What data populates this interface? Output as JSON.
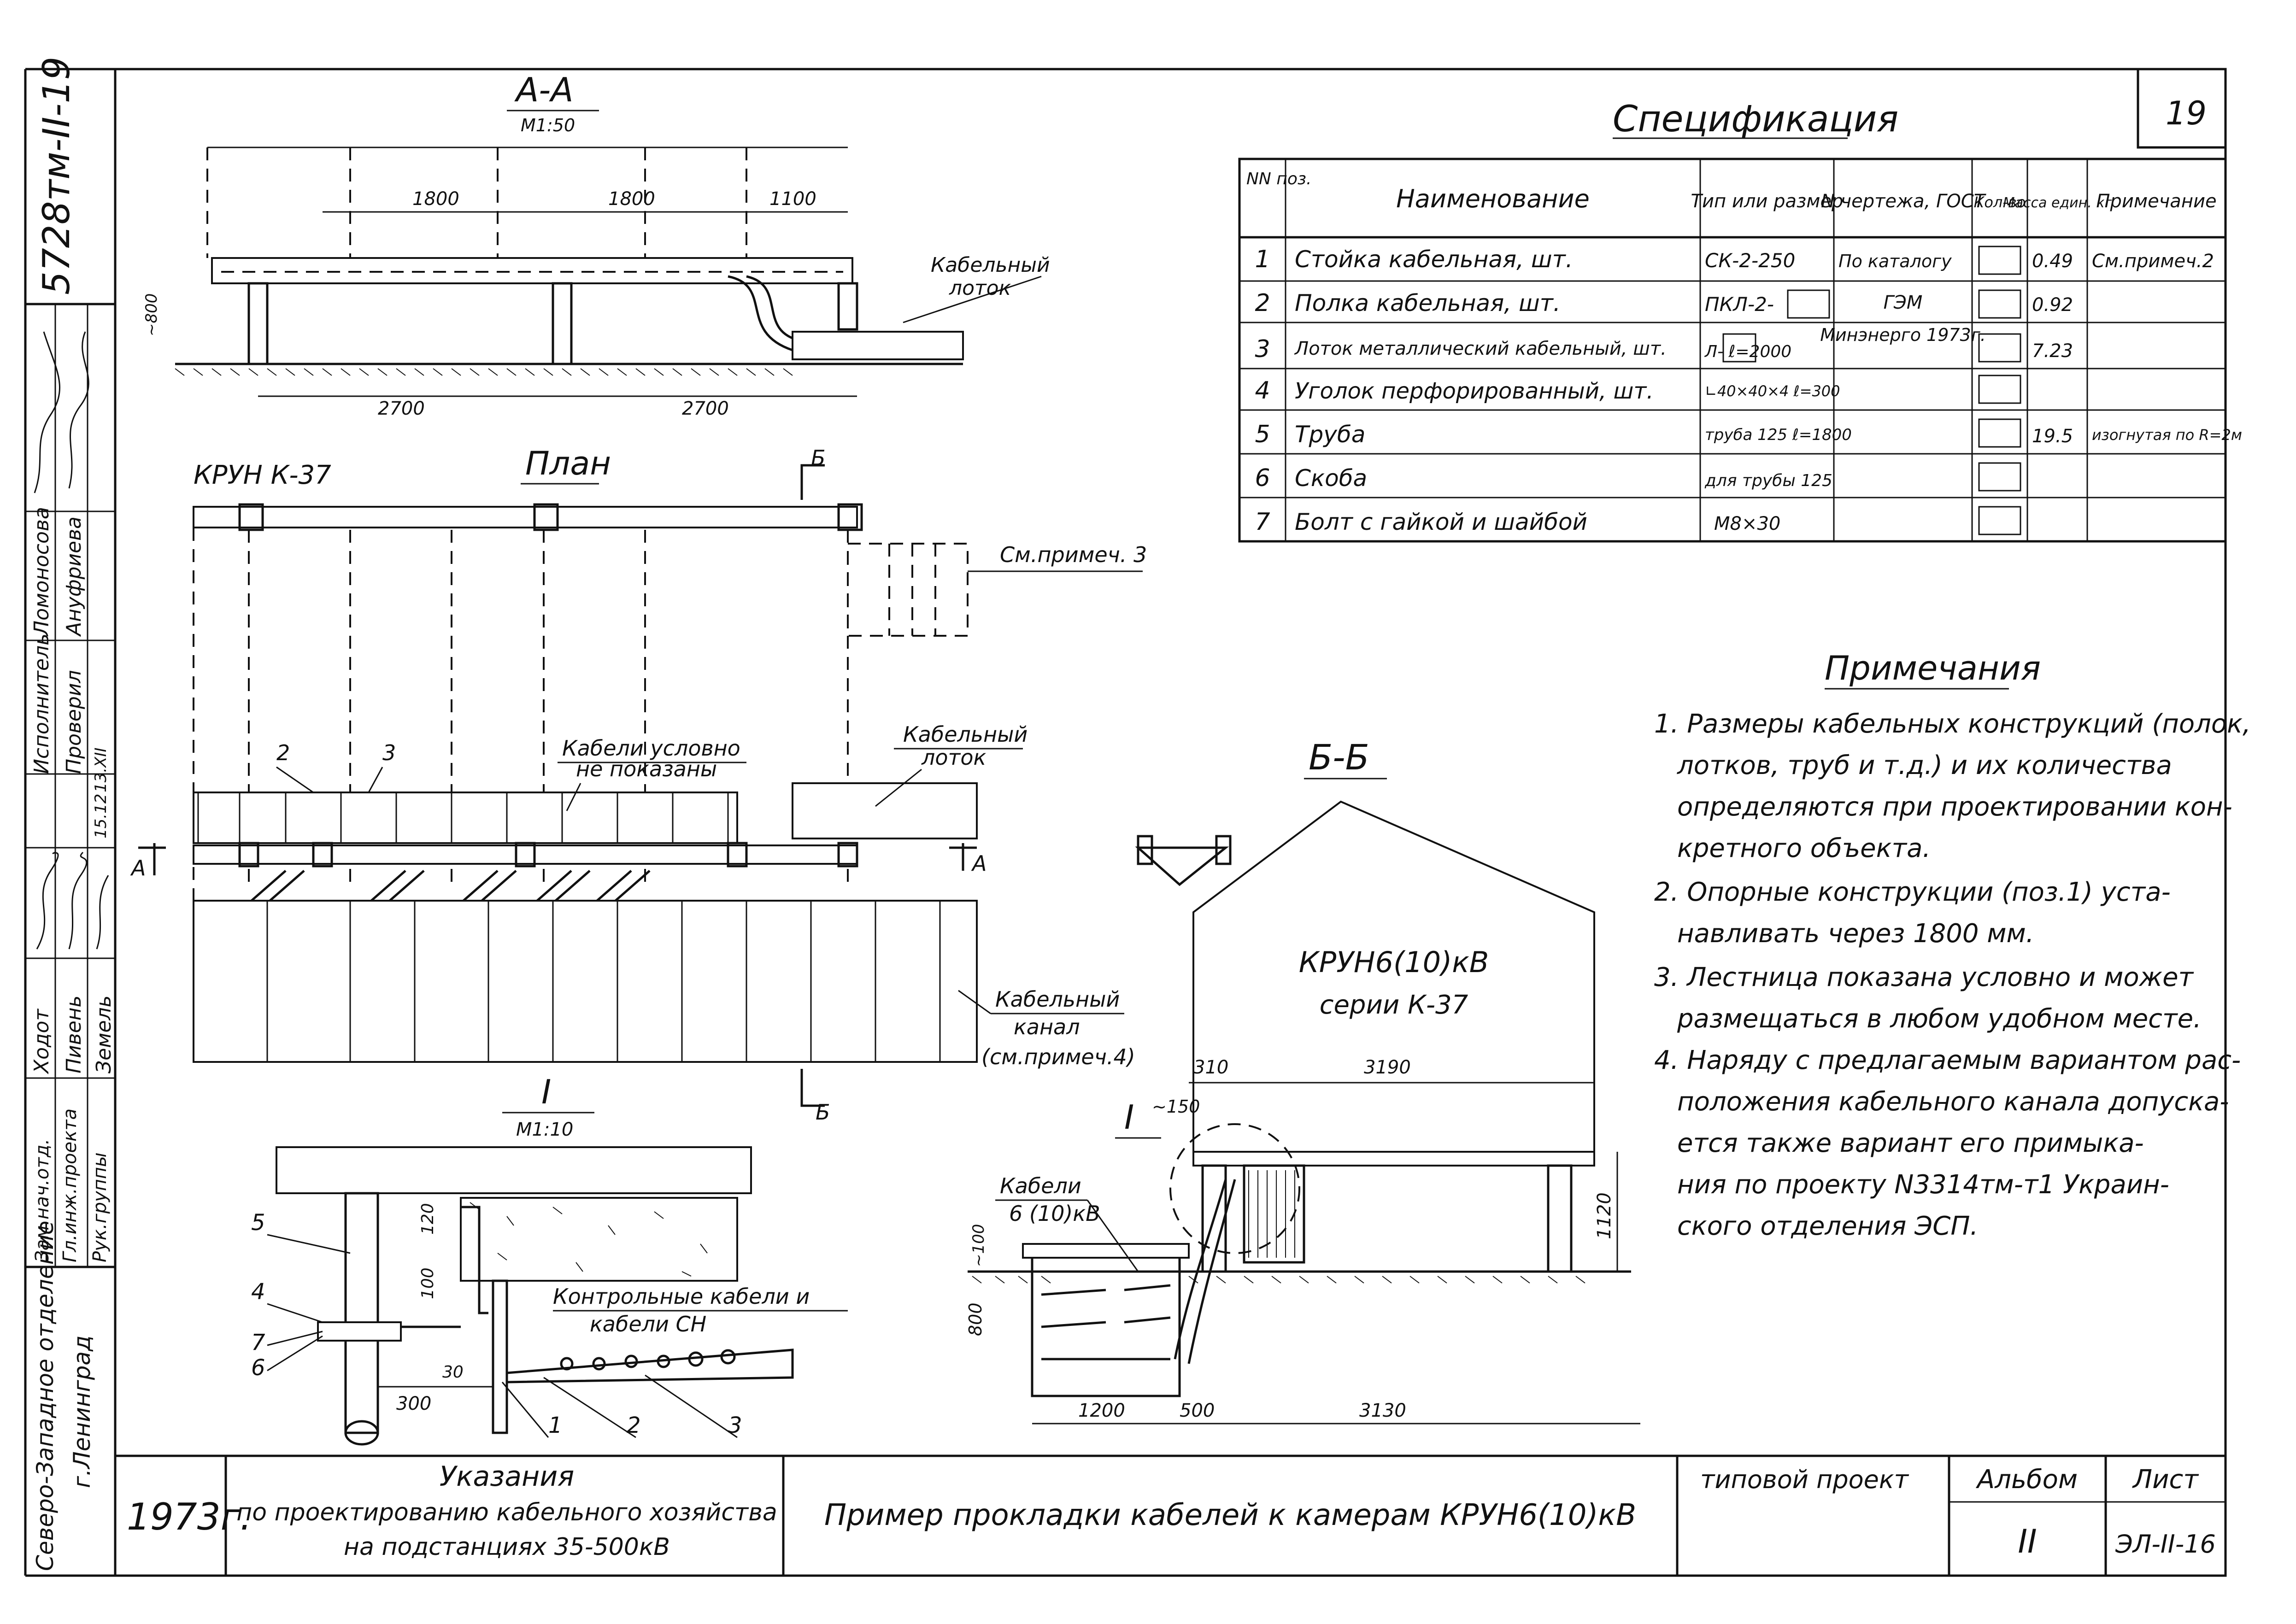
{
  "sheet": {
    "album_code": "5728тм-II-19",
    "page_number": "19",
    "org": "Северо-Западное отделение",
    "city": "г.Ленинград",
    "year": "1973г.",
    "work_title_1": "Указания",
    "work_title_2": "по проектированию кабельного хозяйства",
    "work_title_3": "на подстанциях 35-500кВ",
    "drawing_title": "Пример прокладки кабелей к камерам КРУН6(10)кВ",
    "project_type": "типовой проект",
    "album_label": "Альбом",
    "album_value": "II",
    "sheet_label": "Лист",
    "sheet_value": "ЭЛ-II-16"
  },
  "stamp": {
    "roles": [
      "Исполнитель",
      "Проверил",
      "Зам.нач.отд.",
      "Гл.инж.проекта",
      "Рук.группы"
    ],
    "names": [
      "Ломоносова",
      "Ануфриева",
      "Ходот",
      "Пивень",
      "Земель"
    ],
    "dates": [
      "15.12",
      "13.XII"
    ]
  },
  "spec": {
    "title": "Спецификация",
    "headers": [
      "NN поз.",
      "Наименование",
      "Тип или размер",
      "N чертежа, ГОСТ",
      "Кол-во",
      "Масса един. кг",
      "Примечание"
    ],
    "rows": [
      {
        "n": "1",
        "name": "Стойка кабельная, шт.",
        "type": "СК-2-250",
        "gost": "По каталогу",
        "mass": "0.49",
        "note": "См.примеч.2"
      },
      {
        "n": "2",
        "name": "Полка кабельная, шт.",
        "type": "ПКЛ-2-",
        "gost": "ГЭМ",
        "mass": "0.92",
        "note": ""
      },
      {
        "n": "3",
        "name": "Лоток металлический кабельный, шт.",
        "type": "Л-  ℓ=2000",
        "gost": "Минэнерго 1973г.",
        "mass": "7.23",
        "note": ""
      },
      {
        "n": "4",
        "name": "Уголок перфорированный, шт.",
        "type": "∟40×40×4 ℓ=300",
        "gost": "",
        "mass": "",
        "note": ""
      },
      {
        "n": "5",
        "name": "Труба",
        "type": "труба 125 ℓ=1800",
        "gost": "",
        "mass": "19.5",
        "note": "изогнутая по R=2м"
      },
      {
        "n": "6",
        "name": "Скоба",
        "type": "для трубы 125",
        "gost": "",
        "mass": "",
        "note": ""
      },
      {
        "n": "7",
        "name": "Болт с гайкой и шайбой",
        "type": "М8×30",
        "gost": "",
        "mass": "",
        "note": ""
      }
    ]
  },
  "notes": {
    "title": "Примечания",
    "lines": [
      "1. Размеры кабельных конструкций (полок,",
      "лотков, труб и т.д.) и их количества",
      "определяются при проектировании кон-",
      "кретного объекта.",
      "2. Опорные конструкции (поз.1) уста-",
      "навливать через 1800 мм.",
      "3. Лестница показана условно и может",
      "размещаться в любом удобном месте.",
      "4. Наряду с предлагаемым вариантом рас-",
      "положения кабельного канала допуска-",
      "ется также вариант его примыка-",
      "ния по проекту N3314тм-т1 Украин-",
      "ского отделения ЭСП."
    ]
  },
  "section_aa": {
    "title": "А-А",
    "scale": "М1:50",
    "dims": [
      "1800",
      "1800",
      "1100",
      "2700",
      "2700",
      "~800"
    ],
    "label_tray": "Кабельный",
    "label_tray_2": "лоток"
  },
  "plan": {
    "title": "План",
    "kru_label": "КРУН К-37",
    "see_note3": "См.примеч. 3",
    "cables_note_1": "Кабели условно",
    "cables_note_2": "не показаны",
    "tray_1": "Кабельный",
    "tray_2": "лоток",
    "channel_1": "Кабельный",
    "channel_2": "канал",
    "channel_3": "(см.примеч.4)",
    "pos2": "2",
    "pos3": "3",
    "mark_a": "А",
    "mark_b": "Б"
  },
  "detail_i": {
    "title": "I",
    "scale": "М1:10",
    "dims": [
      "120",
      "100",
      "300",
      "30"
    ],
    "cables_1": "Контрольные кабели и",
    "cables_2": "кабели СН",
    "positions": [
      "5",
      "4",
      "7",
      "6",
      "1",
      "2",
      "3"
    ]
  },
  "section_bb": {
    "title": "Б-Б",
    "building_1": "КРУН6(10)кВ",
    "building_2": "серии К-37",
    "dims": [
      "310",
      "3190",
      "~150",
      "1120",
      "~100",
      "800",
      "1200",
      "500",
      "3130"
    ],
    "cables_1": "Кабели",
    "cables_2": "6 (10)кВ",
    "callout": "I"
  }
}
